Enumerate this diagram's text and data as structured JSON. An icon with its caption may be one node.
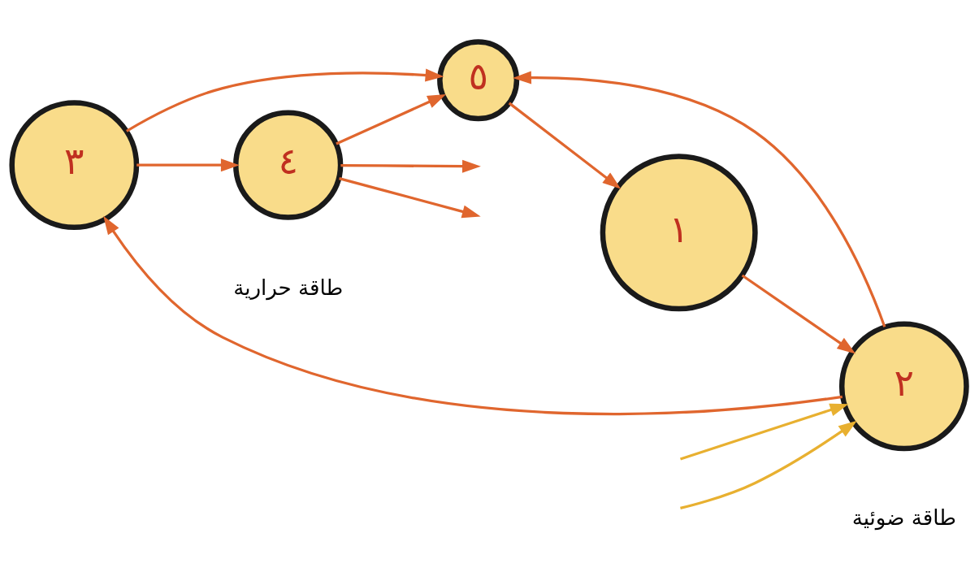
{
  "diagram": {
    "nodes": [
      {
        "text": [
          "٣"
        ]
      },
      {
        "text": [
          "٢"
        ],
        "beside": [
          "طاقة ضوئية"
        ]
      },
      {
        "text": [
          "٤"
        ],
        "beside": [
          "طاقة حرارية"
        ]
      },
      {
        "text": [
          "٥"
        ]
      },
      {
        "text": [
          "١"
        ]
      }
    ],
    "edges": [
      {
        "from": 1,
        "to": 0,
        "arrow": "to"
      },
      {
        "from": 0,
        "to": 2,
        "arrow": "to"
      },
      {
        "from": 0,
        "to": 3,
        "arrow": "to"
      },
      {
        "from": 1,
        "to": 3,
        "arrow": "to"
      },
      {
        "from": 2,
        "to": 3,
        "arrow": "to"
      },
      {
        "from": 3,
        "to": 4,
        "arrow": "to"
      },
      {
        "from": 4,
        "to": 1,
        "arrow": "to"
      },
      {
        "from": null,
        "to": 1,
        "arrow": "to",
        "color": "#e8b030"
      },
      {
        "from": null,
        "to": 1,
        "arrow": "to",
        "color": "#e8b030"
      },
      {
        "from": 2,
        "to": null,
        "arrow": "to"
      },
      {
        "from": 2,
        "to": null,
        "arrow": "to"
      }
    ]
  }
}
